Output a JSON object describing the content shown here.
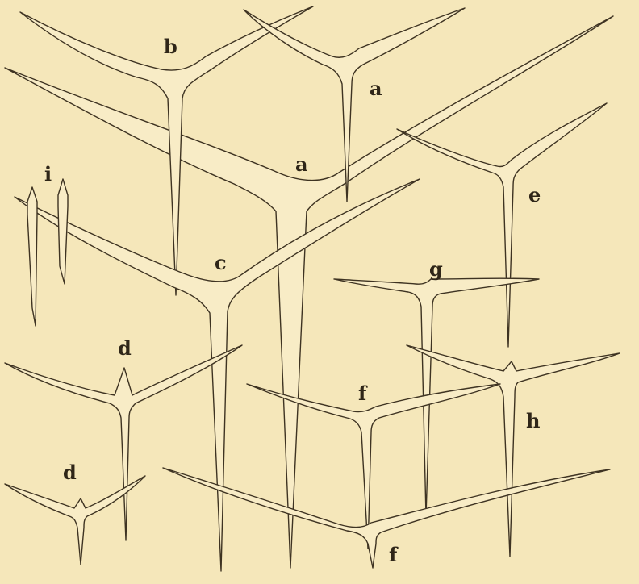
{
  "plate": {
    "background": "#f5e7ba",
    "ink": "#3e3322",
    "labels": {
      "b": "b",
      "a_upper": "a",
      "a_center": "a",
      "e": "e",
      "i": "i",
      "c": "c",
      "g": "g",
      "d_upper": "d",
      "f_upper": "f",
      "h": "h",
      "d_lower": "d",
      "f_lower": "f"
    }
  }
}
